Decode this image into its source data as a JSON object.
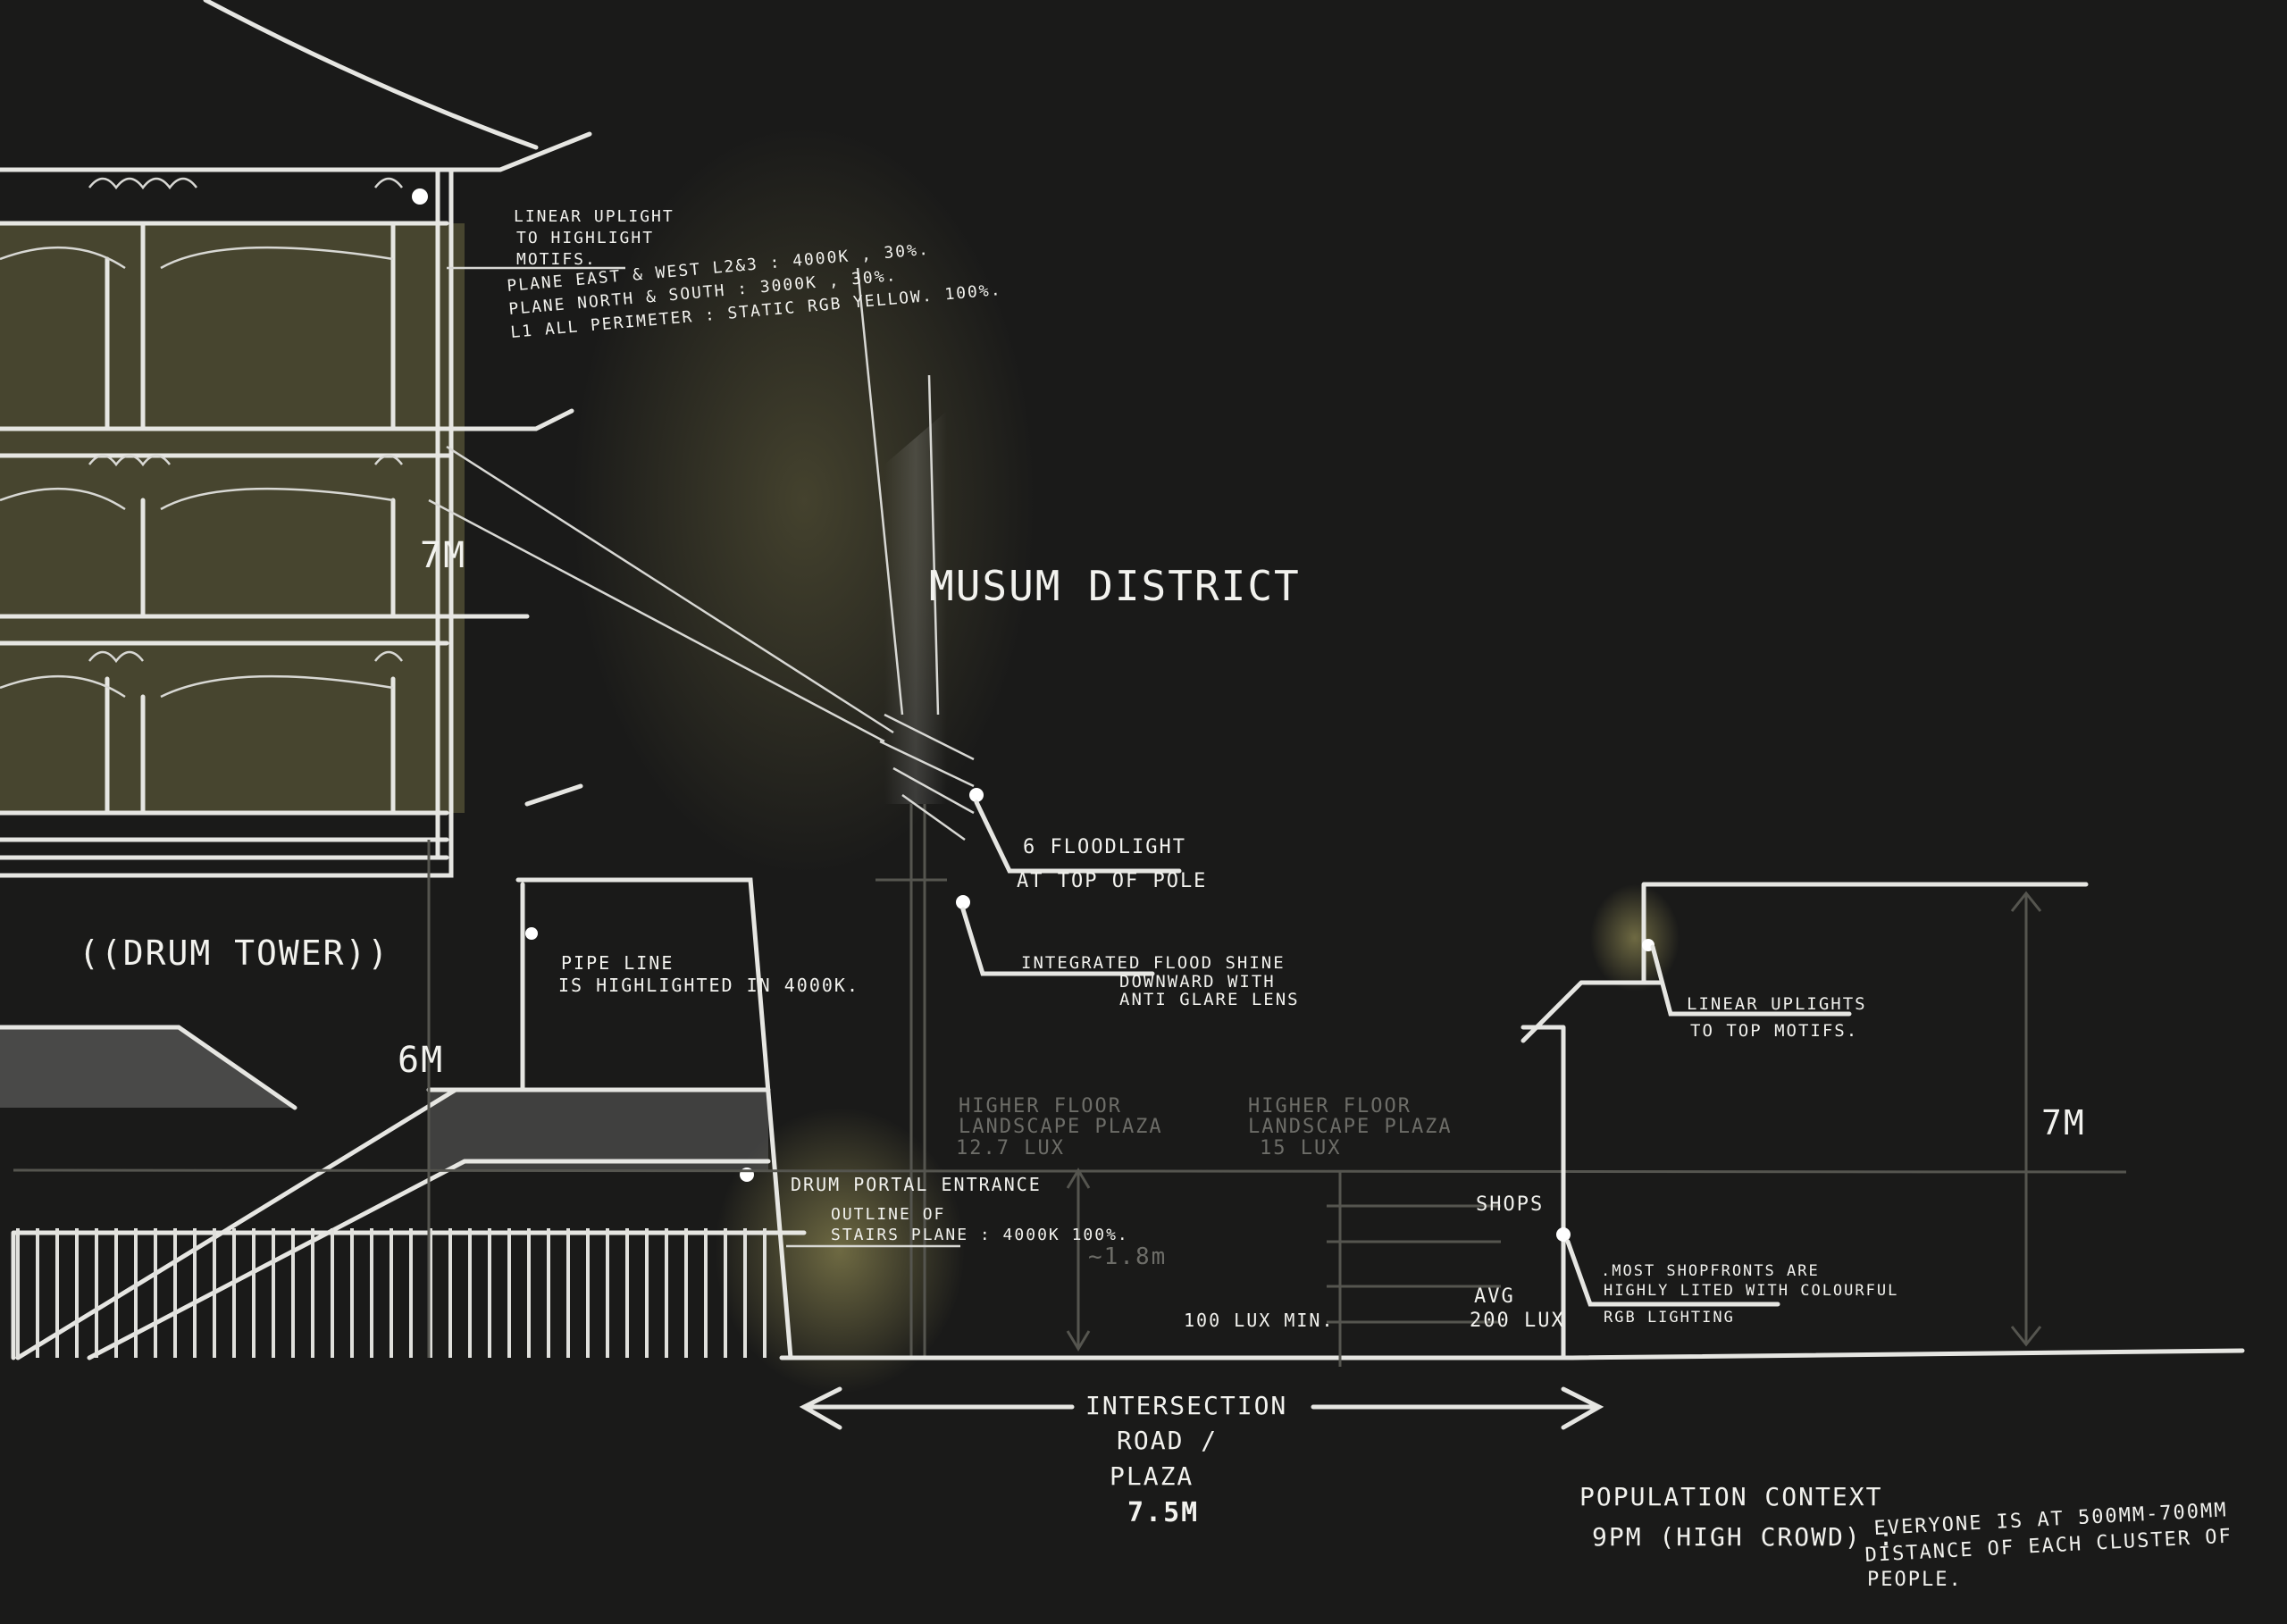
{
  "title": "MUSUM DISTRICT",
  "building_label": "((DRUM TOWER))",
  "annotations": {
    "uplight_line1": "LINEAR UPLIGHT",
    "uplight_line2": "TO HIGHLIGHT",
    "uplight_line3": "MOTIFS.",
    "plane_ew": "PLANE EAST & WEST L2&3 : 4000K , 30%.",
    "plane_ns": "PLANE NORTH & SOUTH : 3000K , 30%.",
    "perimeter": "L1 ALL PERIMETER : STATIC RGB YELLOW. 100%.",
    "pipe_line1": "PIPE LINE",
    "pipe_line2": "IS HIGHLIGHTED IN 4000K.",
    "flood_line1": "6 FLOODLIGHT",
    "flood_line2": "AT TOP OF POLE",
    "integrated_line1": "INTEGRATED FLOOD SHINE",
    "integrated_line2": "DOWNWARD WITH",
    "integrated_line3": "ANTI GLARE LENS",
    "plaza1_line1": "HIGHER FLOOR",
    "plaza1_line2": "LANDSCAPE PLAZA",
    "plaza1_line3": "12.7 LUX",
    "plaza2_line1": "HIGHER FLOOR",
    "plaza2_line2": "LANDSCAPE PLAZA",
    "plaza2_line3": "15 LUX",
    "portal": "DRUM PORTAL ENTRANCE",
    "stairs_line1": "OUTLINE OF",
    "stairs_line2": "STAIRS PLANE : 4000K 100%.",
    "height_person": "~1.8m",
    "lux_min": "100 LUX MIN.",
    "avg_line1": "AVG",
    "avg_line2": "200 LUX",
    "shops": "SHOPS",
    "shopfront_line1": ".MOST SHOPFRONTS ARE",
    "shopfront_line2": "HIGHLY LITED WITH COLOURFUL",
    "shopfront_line3": "RGB LIGHTING",
    "right_uplight_line1": "LINEAR UPLIGHTS",
    "right_uplight_line2": "TO TOP MOTIFS.",
    "dim_7m_left": "7M",
    "dim_6m": "6M",
    "dim_7m_right": "7M",
    "road_line1": "INTERSECTION",
    "road_line2": "ROAD /",
    "road_line3": "PLAZA",
    "road_width": "7.5M",
    "pop_title": "POPULATION CONTEXT",
    "pop_time": "9PM (HIGH CROWD) :",
    "pop_line1": "EVERYONE IS AT 500MM-700MM",
    "pop_line2": "DISTANCE OF EACH CLUSTER OF",
    "pop_line3": "PEOPLE."
  },
  "colors": {
    "background": "#1a1a19",
    "glow": "#8a8450",
    "ink": "#f2f2ee"
  }
}
